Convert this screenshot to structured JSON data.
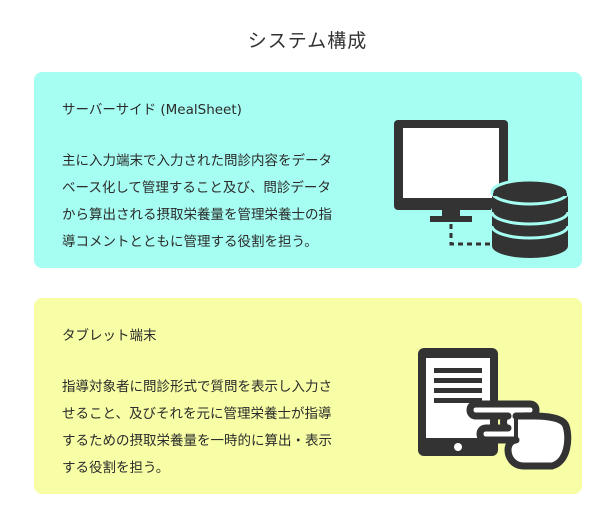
{
  "title": "システム構成",
  "sections": [
    {
      "heading": "サーバーサイド (MealSheet)",
      "lines": [
        "主に入力端末で入力された問診内容をデータ",
        "ベース化して管理すること及び、問診データ",
        "から算出される摂取栄養量を管理栄養士の指",
        "導コメントとともに管理する役割を担う。"
      ],
      "icon": "server-database-icon",
      "color": "#a6fdf1"
    },
    {
      "heading": "タブレット端末",
      "lines": [
        "指導対象者に問診形式で質問を表示し入力さ",
        "せること、及びそれを元に管理栄養士が指導",
        "するための摂取栄養量を一時的に算出・表示",
        "する役割を担う。"
      ],
      "icon": "tablet-touch-icon",
      "color": "#f7fea5"
    }
  ]
}
